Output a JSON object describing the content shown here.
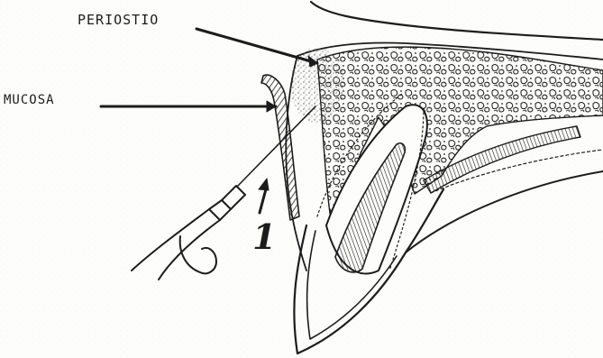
{
  "labels": {
    "periostio": "PERIOSTIO",
    "mucosa": "MUCOSA",
    "step_number": "1"
  },
  "colors": {
    "ink": "#1c1c1c",
    "paper": "#fdfdfc",
    "stipple": "#6f6f6f"
  },
  "icons": {
    "syringe": "syringe-icon",
    "direction_arrow": "up-arrow-icon"
  }
}
